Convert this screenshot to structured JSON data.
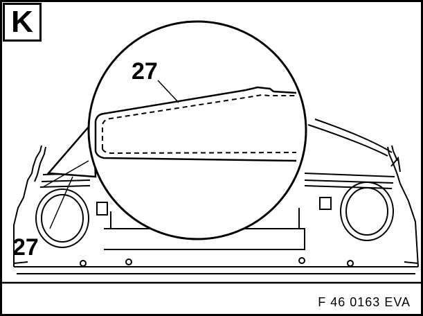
{
  "figure": {
    "panel_letter": "K",
    "callout_number_top": "27",
    "callout_number_bottom": "27",
    "figure_code": "F 46 0163 EVA"
  }
}
